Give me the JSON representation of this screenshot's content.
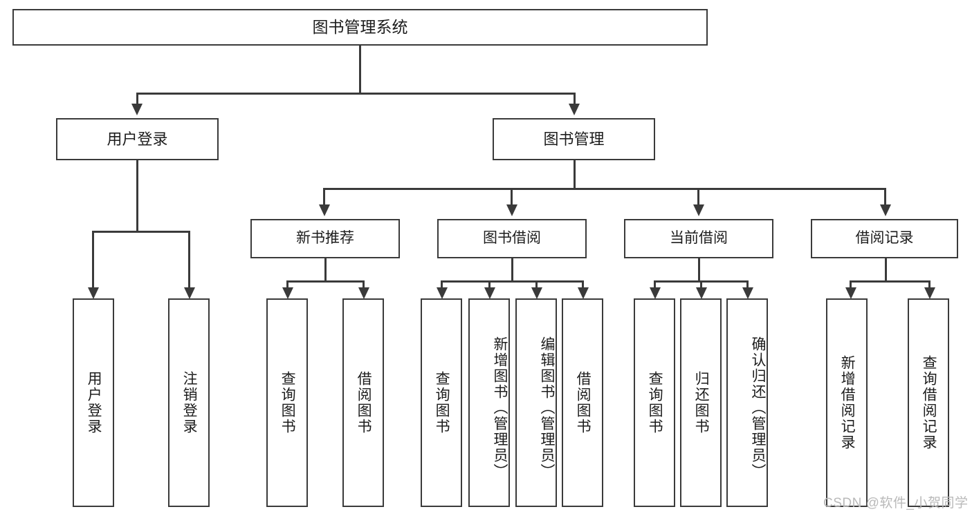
{
  "diagram": {
    "type": "tree-hierarchy",
    "title": "图书管理系统",
    "root": {
      "label": "图书管理系统"
    },
    "level2": [
      {
        "label": "用户登录"
      },
      {
        "label": "图书管理"
      }
    ],
    "level3": [
      {
        "label": "新书推荐"
      },
      {
        "label": "图书借阅"
      },
      {
        "label": "当前借阅"
      },
      {
        "label": "借阅记录"
      }
    ],
    "leaves": {
      "user_login": [
        {
          "label": "用户登录"
        },
        {
          "label": "注销登录"
        }
      ],
      "new_book_recommend": [
        {
          "label": "查询图书"
        },
        {
          "label": "借阅图书"
        }
      ],
      "book_borrow": [
        {
          "label": "查询图书"
        },
        {
          "label": "新增图书（管理员）"
        },
        {
          "label": "编辑图书（管理员）"
        },
        {
          "label": "借阅图书"
        }
      ],
      "current_borrow": [
        {
          "label": "查询图书"
        },
        {
          "label": "归还图书"
        },
        {
          "label": "确认归还（管理员）"
        }
      ],
      "borrow_record": [
        {
          "label": "新增借阅记录"
        },
        {
          "label": "查询借阅记录"
        }
      ]
    }
  },
  "watermark": {
    "text": "CSDN @软件_小贺同学"
  },
  "colors": {
    "border": "#3a3a3a",
    "text": "#1c1c1c",
    "background": "#ffffff",
    "watermark": "#b9b9b9"
  }
}
